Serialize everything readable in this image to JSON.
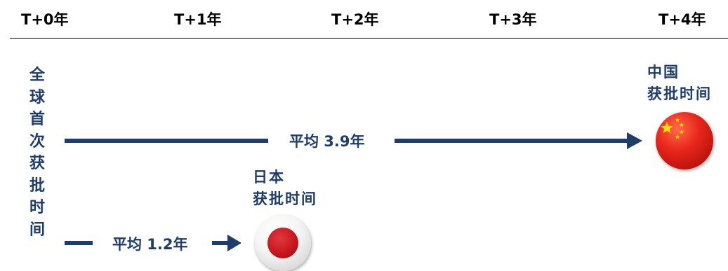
{
  "timeline": {
    "ticks": [
      "T+0年",
      "T+1年",
      "T+2年",
      "T+3年",
      "T+4年"
    ]
  },
  "left_label": "全球首次获批时间",
  "china": {
    "label_line1": "中国",
    "label_line2": "获批时间",
    "average": "平均 3.9年"
  },
  "japan": {
    "label_line1": "日本",
    "label_line2": "获批时间",
    "average": "平均 1.2年"
  },
  "colors": {
    "accent": "#1f3d6b",
    "china_flag": "#e8261b",
    "china_star": "#ffde00",
    "japan_disc": "#c4141b"
  },
  "icons": [
    "china-flag-icon",
    "japan-flag-icon"
  ]
}
